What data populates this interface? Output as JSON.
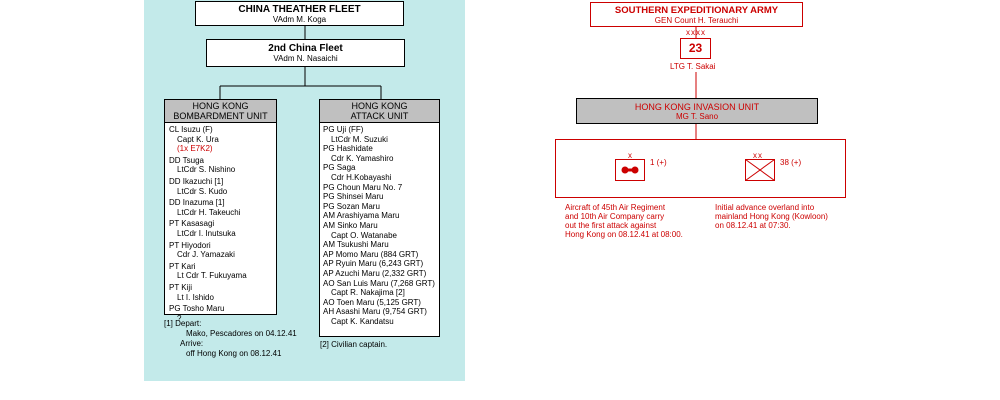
{
  "left": {
    "fleet": {
      "title": "CHINA THEATHER FLEET",
      "commander": "VAdm M. Koga"
    },
    "second_fleet": {
      "title": "2nd China Fleet",
      "commander": "VAdm N. Nasaichi"
    },
    "bombardment": {
      "header_line1": "HONG KONG",
      "header_line2": "BOMBARDMENT UNIT",
      "ships": [
        {
          "name": "CL Isuzu (F)",
          "cmd": "Capt K. Ura",
          "note": "(1x E7K2)"
        },
        {
          "name": "DD Tsuga",
          "cmd": "LtCdr S. Nishino"
        },
        {
          "name": "DD Ikazuchi [1]",
          "cmd": "LtCdr S. Kudo"
        },
        {
          "name": "DD Inazuma [1]",
          "cmd": "LtCdr H. Takeuchi"
        },
        {
          "name": "PT Kasasagi",
          "cmd": "LtCdr I. Inutsuka"
        },
        {
          "name": "PT Hiyodori",
          "cmd": "Cdr J. Yamazaki"
        },
        {
          "name": "PT Kari",
          "cmd": "Lt Cdr T. Fukuyama"
        },
        {
          "name": "PT Kiji",
          "cmd": "Lt I. Ishido"
        },
        {
          "name": "PG Tosho Maru",
          "cmd": "?"
        }
      ],
      "footnote": {
        "label": "[1] Depart:",
        "depart": "Mako, Pescadores on 04.12.41",
        "arrive_label": "Arrive:",
        "arrive": "off Hong Kong on 08.12.41"
      }
    },
    "attack": {
      "header_line1": "HONG KONG",
      "header_line2": "ATTACK UNIT",
      "lines": [
        {
          "text": "PG Uji (FF)"
        },
        {
          "text": "LtCdr M. Suzuki",
          "indent": true
        },
        {
          "text": "PG Hashidate"
        },
        {
          "text": "Cdr K. Yamashiro",
          "indent": true
        },
        {
          "text": "PG Saga"
        },
        {
          "text": "Cdr H.Kobayashi",
          "indent": true
        },
        {
          "text": "PG Choun Maru No. 7"
        },
        {
          "text": "PG Shinsei Maru"
        },
        {
          "text": "PG Sozan Maru"
        },
        {
          "text": "AM Arashiyama Maru"
        },
        {
          "text": "AM Sinko Maru"
        },
        {
          "text": "Capt O. Watanabe",
          "indent": true
        },
        {
          "text": "AM Tsukushi Maru"
        },
        {
          "text": "AP Momo Maru (884 GRT)"
        },
        {
          "text": "AP Ryuin Maru (6,243 GRT)"
        },
        {
          "text": "AP Azuchi Maru (2,332 GRT)"
        },
        {
          "text": "AO San Luis Maru (7,268 GRT)"
        },
        {
          "text": "Capt R. Nakajima [2]",
          "indent": true
        },
        {
          "text": "AO Toen Maru (5,125 GRT)"
        },
        {
          "text": "AH Asashi Maru (9,754 GRT)"
        },
        {
          "text": "Capt K. Kandatsu",
          "indent": true
        }
      ],
      "footnote": "[2] Civilian captain."
    }
  },
  "right": {
    "army": {
      "title": "SOUTHERN EXPEDITIONARY ARMY",
      "commander": "GEN Count H. Terauchi"
    },
    "army23": {
      "size": "xxxx",
      "number": "23",
      "commander": "LTG T. Sakai"
    },
    "invasion": {
      "title": "HONG KONG INVASION UNIT",
      "commander": "MG T. Sano"
    },
    "air": {
      "size": "x",
      "count": "1 (+)",
      "text": [
        "Aircraft of 45th Air Regiment",
        "and 10th Air Company carry",
        "out the first attack against",
        "Hong Kong on 08.12.41 at 08:00."
      ]
    },
    "infantry": {
      "size": "xx",
      "count": "38 (+)",
      "text": [
        "Initial advance overland into",
        "mainland Hong Kong (Kowloon)",
        "on 08.12.41 at 07:30."
      ]
    }
  },
  "colors": {
    "panel": "#c3eaea",
    "red": "#cc0000",
    "header_gray": "#c0c0c0"
  }
}
